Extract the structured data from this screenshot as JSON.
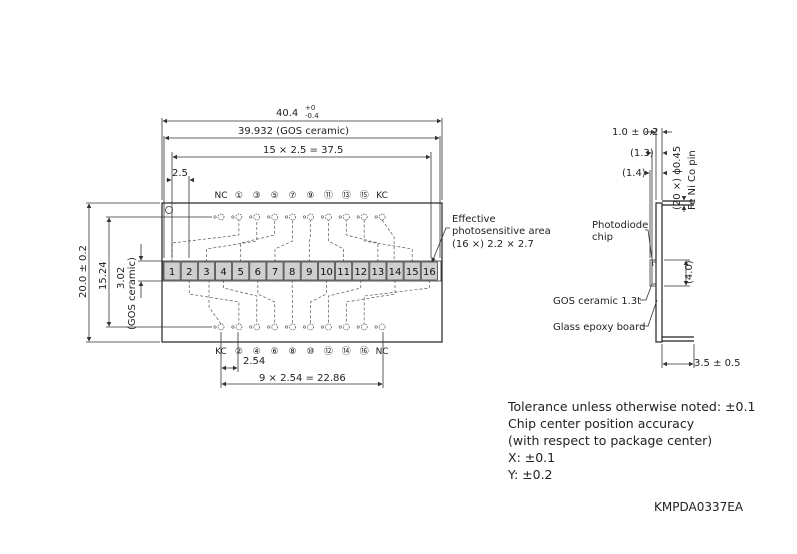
{
  "front": {
    "overall_width": "40.4",
    "overall_width_tol_upper": "+0",
    "overall_width_tol_lower": "-0.4",
    "ceramic_width": "39.932 (GOS ceramic)",
    "array_length": "15 × 2.5 = 37.5",
    "pitch": "2.5",
    "height": "20.0 ± 0.2",
    "pin_row_spacing": "15.24",
    "ceramic_height": "3.02",
    "ceramic_height_sub": "(GOS ceramic)",
    "pin_pitch": "2.54",
    "pin_span": "9 × 2.54 = 22.86",
    "area_label_1": "Effective",
    "area_label_2": "photosensitive area",
    "area_label_3": "(16 ×) 2.2 × 2.7",
    "top_pins": [
      "NC",
      "①",
      "③",
      "⑤",
      "⑦",
      "⑨",
      "⑪",
      "⑬",
      "⑮",
      "KC"
    ],
    "bottom_pins": [
      "KC",
      "②",
      "④",
      "⑥",
      "⑧",
      "⑩",
      "⑫",
      "⑭",
      "⑯",
      "NC"
    ],
    "elements": [
      "1",
      "2",
      "3",
      "4",
      "5",
      "6",
      "7",
      "8",
      "9",
      "10",
      "11",
      "12",
      "13",
      "14",
      "15",
      "16"
    ]
  },
  "side": {
    "depth": "1.0 ± 0.2",
    "offset_1": "(1.3)",
    "offset_2": "(1.4)",
    "pin_dia": "(20 ×) ϕ0.45",
    "pin_material": "Fe Ni Co pin",
    "photodiode_1": "Photodiode",
    "photodiode_2": "chip",
    "chip_height": "(4.0)",
    "gos_thickness": "GOS ceramic 1.3t",
    "board": "Glass epoxy board",
    "pin_length": "3.5 ± 0.5"
  },
  "notes": [
    "Tolerance unless otherwise noted: ±0.1",
    "Chip center position accuracy",
    "(with respect to package center)",
    "X: ±0.1",
    "Y: ±0.2"
  ],
  "code": "KMPDA0337EA"
}
